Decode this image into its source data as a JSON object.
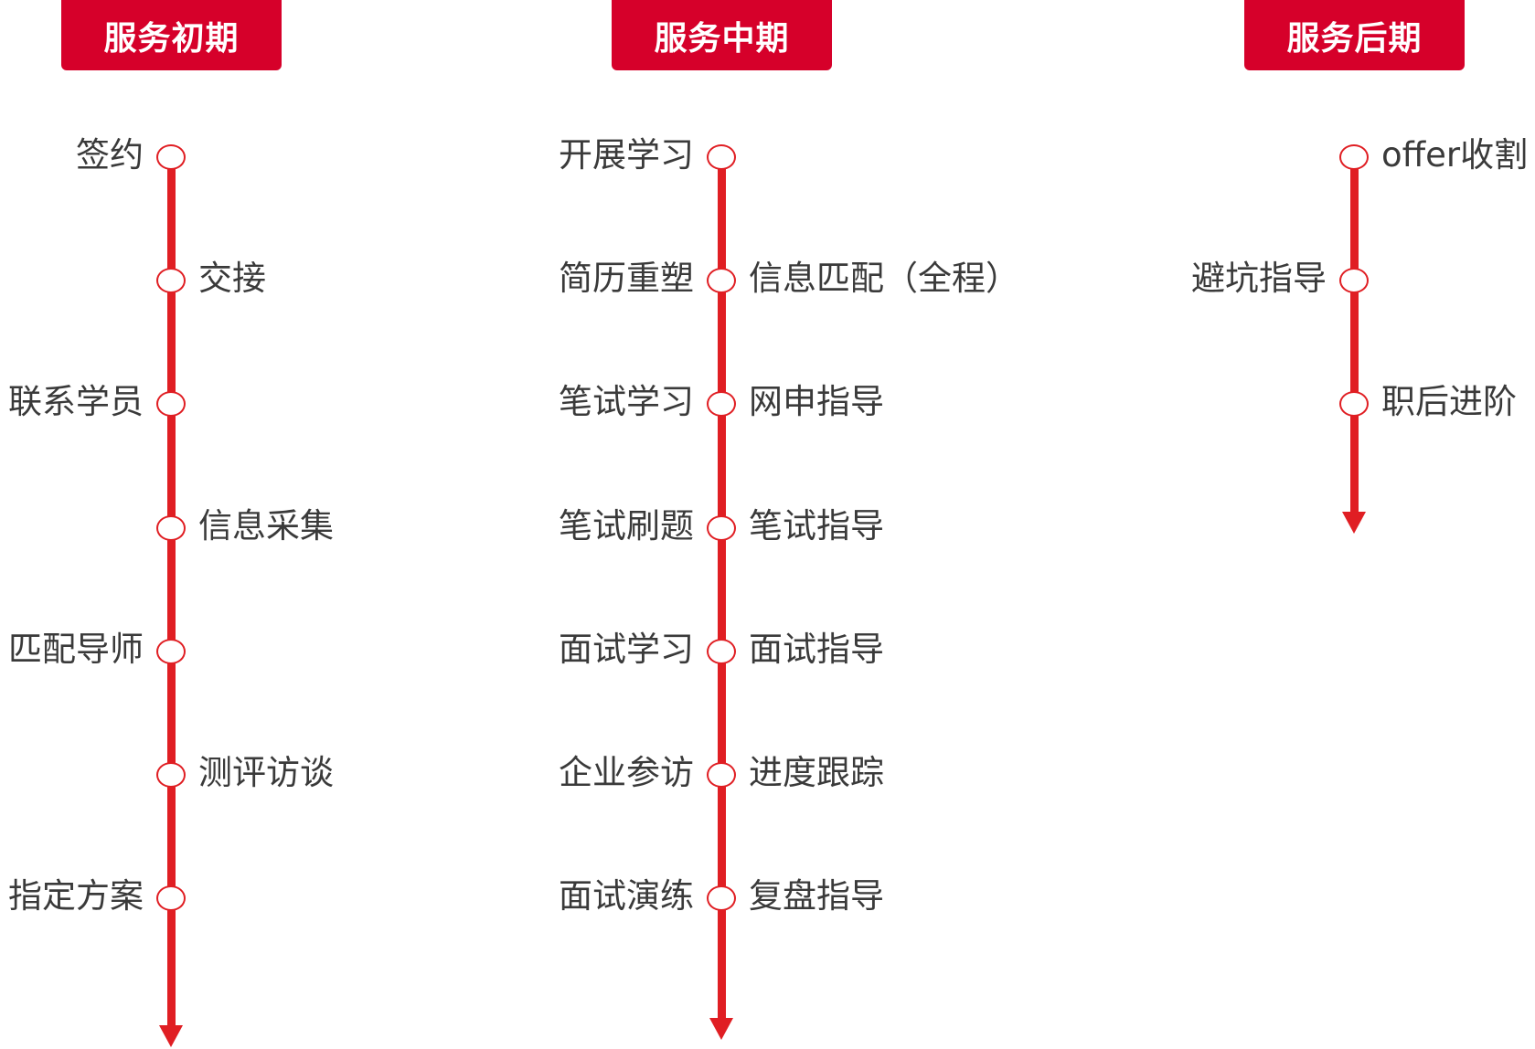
{
  "accent_color": "#e01e23",
  "header_color": "#d6002a",
  "phases": [
    {
      "title": "服务初期",
      "nodes": [
        {
          "left": "签约",
          "right": ""
        },
        {
          "left": "",
          "right": "交接"
        },
        {
          "left": "联系学员",
          "right": ""
        },
        {
          "left": "",
          "right": "信息采集"
        },
        {
          "left": "匹配导师",
          "right": ""
        },
        {
          "left": "",
          "right": "测评访谈"
        },
        {
          "left": "指定方案",
          "right": ""
        }
      ]
    },
    {
      "title": "服务中期",
      "nodes": [
        {
          "left": "开展学习",
          "right": ""
        },
        {
          "left": "简历重塑",
          "right": "信息匹配（全程）"
        },
        {
          "left": "笔试学习",
          "right": "网申指导"
        },
        {
          "left": "笔试刷题",
          "right": "笔试指导"
        },
        {
          "left": "面试学习",
          "right": "面试指导"
        },
        {
          "left": "企业参访",
          "right": "进度跟踪"
        },
        {
          "left": "面试演练",
          "right": "复盘指导"
        }
      ]
    },
    {
      "title": "服务后期",
      "nodes": [
        {
          "left": "",
          "right": "offer收割"
        },
        {
          "left": "避坑指导",
          "right": ""
        },
        {
          "left": "",
          "right": "职后进阶"
        }
      ]
    }
  ]
}
